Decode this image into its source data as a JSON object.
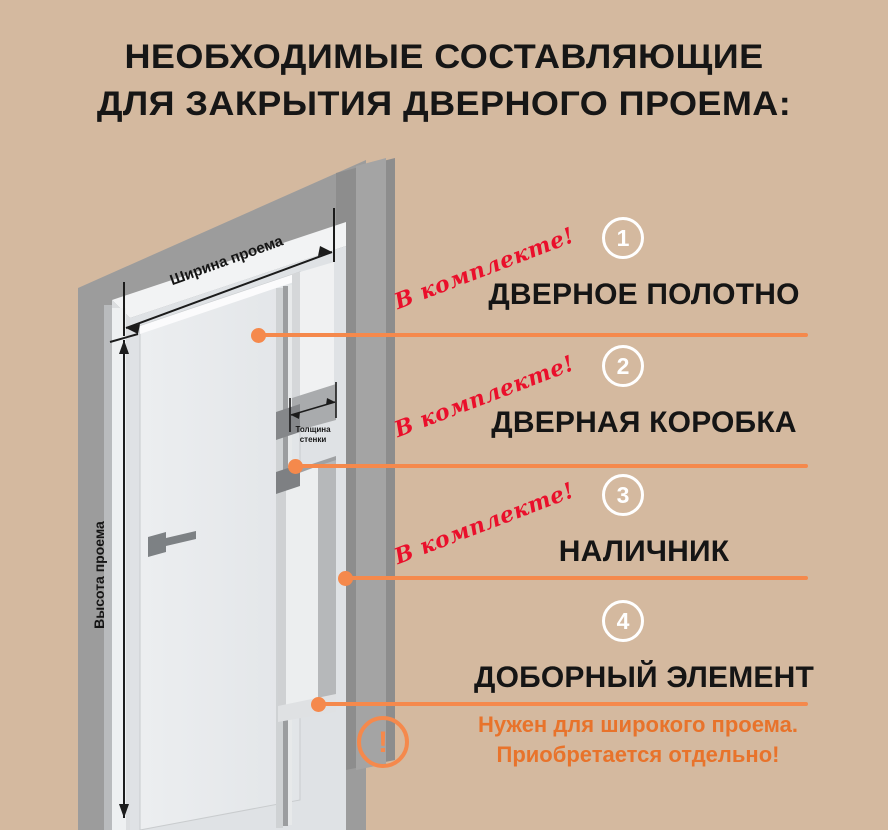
{
  "page": {
    "background_color": "#d4b99f",
    "accent_orange": "#f5894c",
    "stamp_red": "#ea0f2b",
    "footnote_orange": "#e8732b"
  },
  "title": {
    "line1": "НЕОБХОДИМЫЕ СОСТАВЛЯЮЩИЕ",
    "line2": "ДЛЯ ЗАКРЫТИЯ ДВЕРНОГО ПРОЕМА:"
  },
  "diagram": {
    "labels": {
      "width": "Ширина проема",
      "height": "Высота проема",
      "wall_thickness_line1": "Толщина",
      "wall_thickness_line2": "стенки"
    }
  },
  "items": [
    {
      "number": "1",
      "label": "ДВЕРНОЕ ПОЛОТНО",
      "stamp": "В комплекте!",
      "has_stamp": true
    },
    {
      "number": "2",
      "label": "ДВЕРНАЯ КОРОБКА",
      "stamp": "В комплекте!",
      "has_stamp": true
    },
    {
      "number": "3",
      "label": "НАЛИЧНИК",
      "stamp": "В комплекте!",
      "has_stamp": true
    },
    {
      "number": "4",
      "label": "ДОБОРНЫЙ ЭЛЕМЕНТ",
      "stamp": "",
      "has_stamp": false
    }
  ],
  "footnote": {
    "icon": "exclamation-icon",
    "bang": "!",
    "line1": "Нужен для широкого проема.",
    "line2": "Приобретается отдельно!"
  }
}
